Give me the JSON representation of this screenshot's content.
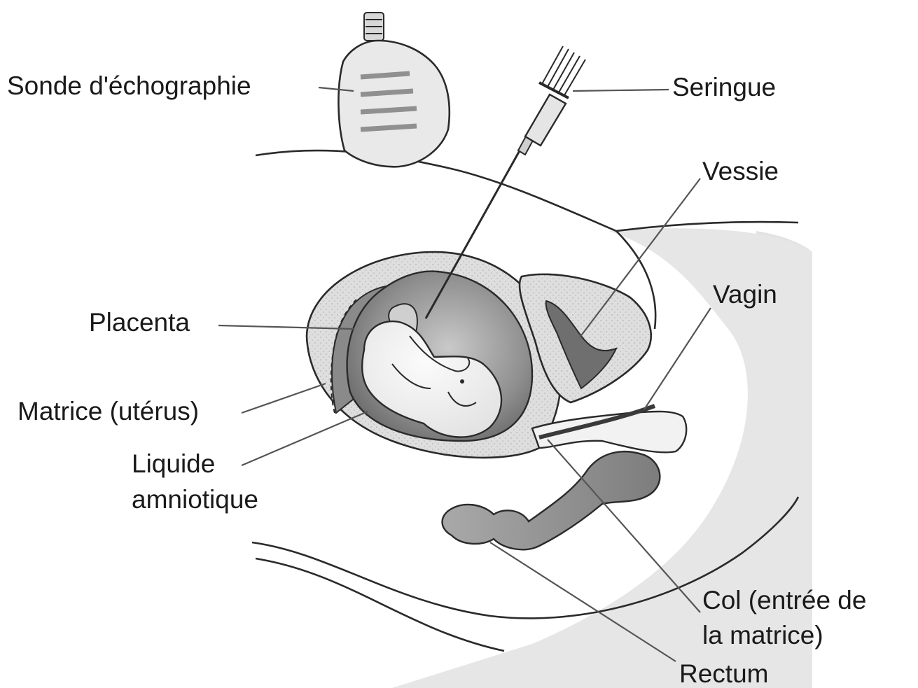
{
  "labels": {
    "probe": "Sonde d'échographie",
    "syringe": "Seringue",
    "bladder": "Vessie",
    "vagina": "Vagin",
    "placenta": "Placenta",
    "uterus": "Matrice (utérus)",
    "fluid_line1": "Liquide",
    "fluid_line2": "amniotique",
    "cervix_line1": "Col (entrée de",
    "cervix_line2": "la matrice)",
    "rectum": "Rectum"
  }
}
